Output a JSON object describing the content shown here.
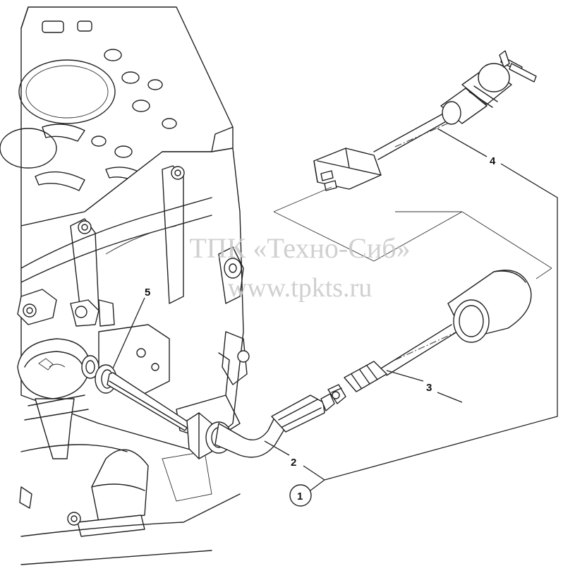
{
  "callouts": [
    {
      "id": "c1",
      "text": "1",
      "circled": true
    },
    {
      "id": "c2",
      "text": "2",
      "circled": false
    },
    {
      "id": "c3",
      "text": "3",
      "circled": false
    },
    {
      "id": "c4",
      "text": "4",
      "circled": false
    },
    {
      "id": "c5",
      "text": "5",
      "circled": false
    }
  ],
  "watermark": {
    "line1": "ТПК «Техно-Сиб»",
    "line2": "www.tpkts.ru"
  }
}
